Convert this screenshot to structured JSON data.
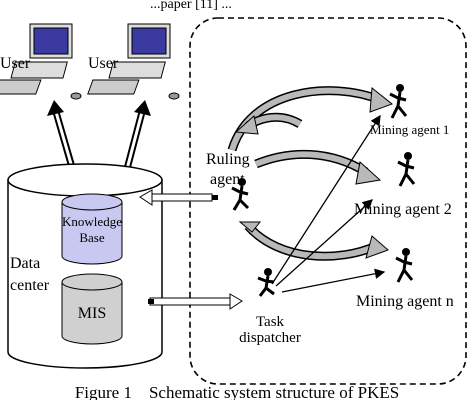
{
  "header_fragment": "...paper [11] ...",
  "users": [
    {
      "label": "User"
    },
    {
      "label": "User"
    }
  ],
  "data_center": {
    "label_line1": "Data",
    "label_line2": "center",
    "knowledge_base_line1": "Knowledge",
    "knowledge_base_line2": "Base",
    "mis": "MIS"
  },
  "agents": {
    "ruling_line1": "Ruling",
    "ruling_line2": "agent",
    "task_line1": "Task",
    "task_line2": "dispatcher",
    "mining": [
      "Mining agent 1",
      "Mining agent 2",
      "Mining agent n"
    ]
  },
  "caption": "Figure 1    Schematic system structure of PKES",
  "colors": {
    "knowledge_base_fill": "#c8c8f0",
    "mis_fill": "#d0d0d0",
    "arrow_fill": "#b9b9b9",
    "screen_fill": "#3a3aa0"
  }
}
